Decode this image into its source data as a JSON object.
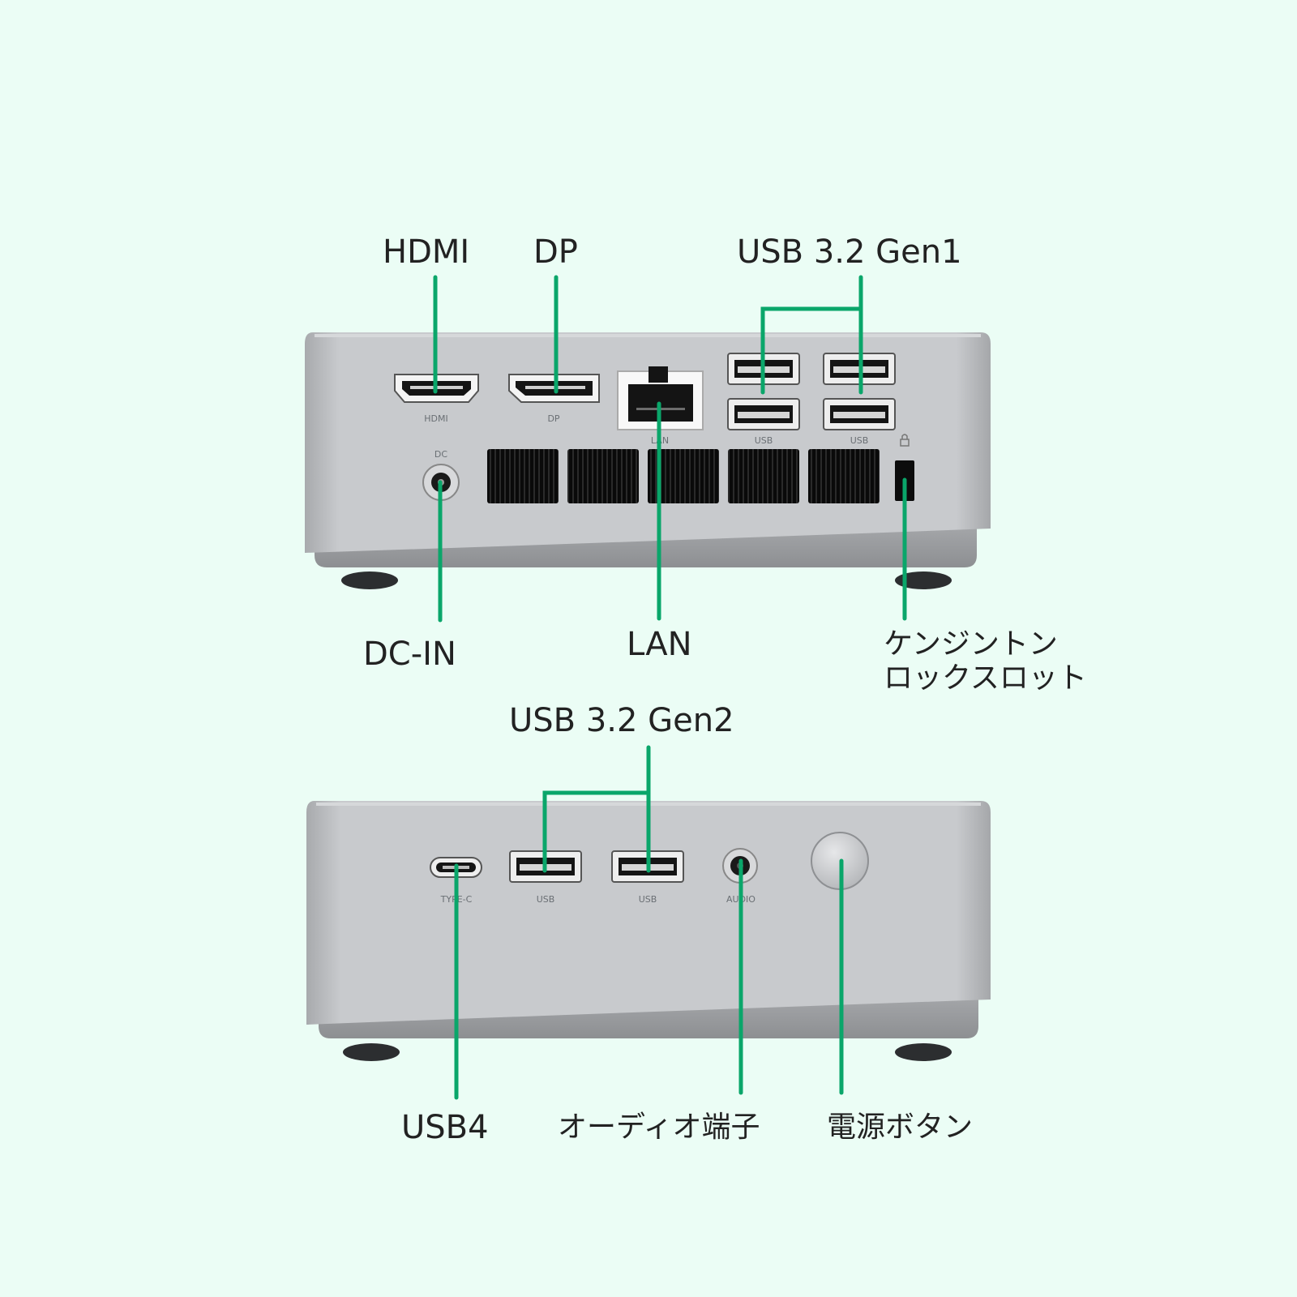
{
  "colors": {
    "background": "#ebfdf5",
    "accent": "#0aa66a",
    "chassis": "#c3c5c8",
    "label_text": "#222222"
  },
  "rear_panel": {
    "callouts": {
      "hdmi": "HDMI",
      "dp": "DP",
      "usb_gen1": "USB 3.2 Gen1",
      "dc_in": "DC-IN",
      "lan": "LAN",
      "kensington_line1": "ケンジントン",
      "kensington_line2": "ロックスロット"
    },
    "port_labels": {
      "hdmi": "HDMI",
      "dp": "DP",
      "lan": "LAN",
      "usb_left": "USB",
      "usb_right": "USB",
      "dc": "DC"
    }
  },
  "front_panel": {
    "callouts": {
      "usb_gen2": "USB 3.2 Gen2",
      "usb4": "USB4",
      "audio": "オーディオ端子",
      "power": "電源ボタン"
    },
    "port_labels": {
      "type_c": "TYPE-C",
      "usb_left": "USB",
      "usb_right": "USB",
      "audio": "AUDIO"
    }
  }
}
